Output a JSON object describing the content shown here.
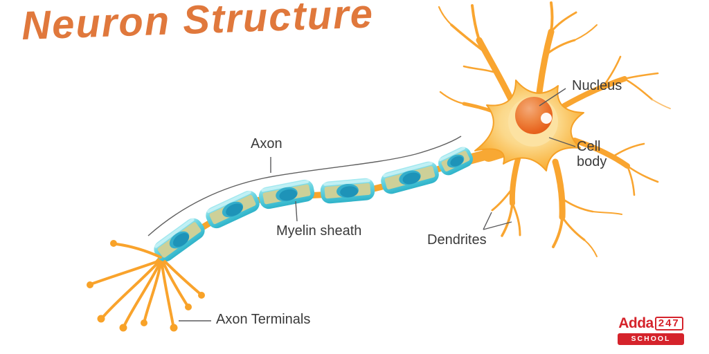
{
  "title": "Neuron Structure",
  "labels": {
    "nucleus": "Nucleus",
    "cell_body": "Cell body",
    "axon": "Axon",
    "myelin_sheath": "Myelin sheath",
    "dendrites": "Dendrites",
    "axon_terminals": "Axon Terminals"
  },
  "logo": {
    "brand": "Adda",
    "number": "247",
    "tagline": "SCHOOL"
  },
  "colors": {
    "title_orange": "#E0783C",
    "neuron_orange": "#F9A530",
    "neuron_orange_light": "#FBC26B",
    "soma_light_yellow": "#FCE2A2",
    "nucleus_orange": "#EC8240",
    "nucleus_rim": "#E05C16",
    "myelin_cyan": "#55CBDB",
    "myelin_band_olive": "#CDD098",
    "myelin_cell_teal": "#1E93B8",
    "label_text": "#3A3A3A",
    "leader_line": "#59595B",
    "logo_red": "#D5232B",
    "background": "#FFFFFF"
  }
}
